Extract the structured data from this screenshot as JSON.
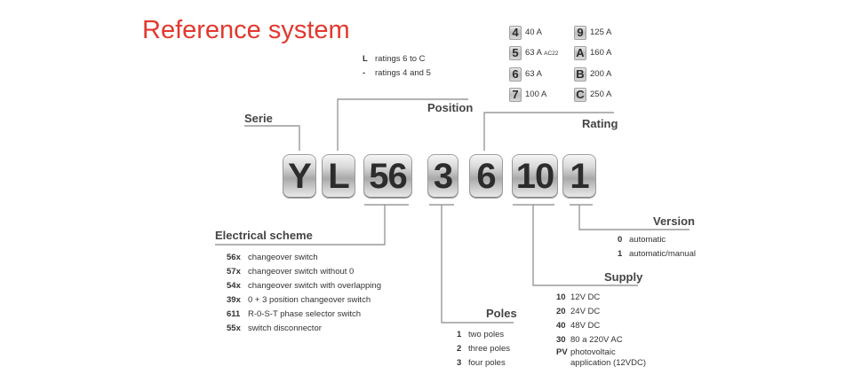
{
  "title": "Reference system",
  "code_blocks": [
    {
      "id": "serie",
      "text": "Y"
    },
    {
      "id": "position",
      "text": "L"
    },
    {
      "id": "scheme",
      "text": "56"
    },
    {
      "id": "poles",
      "text": "3"
    },
    {
      "id": "rating",
      "text": "6"
    },
    {
      "id": "supply",
      "text": "10"
    },
    {
      "id": "version",
      "text": "1"
    }
  ],
  "serie": {
    "label": "Serie"
  },
  "position": {
    "label": "Position",
    "items": [
      {
        "code": "L",
        "desc": "ratings 6 to C"
      },
      {
        "code": "-",
        "desc": "ratings 4 and 5"
      }
    ]
  },
  "rating": {
    "label": "Rating",
    "items": [
      {
        "code": "4",
        "value": "40 A",
        "sub": ""
      },
      {
        "code": "5",
        "value": "63 A",
        "sub": "AC22"
      },
      {
        "code": "6",
        "value": "63 A",
        "sub": ""
      },
      {
        "code": "7",
        "value": "100 A",
        "sub": ""
      },
      {
        "code": "9",
        "value": "125 A",
        "sub": ""
      },
      {
        "code": "A",
        "value": "160 A",
        "sub": ""
      },
      {
        "code": "B",
        "value": "200 A",
        "sub": ""
      },
      {
        "code": "C",
        "value": "250 A",
        "sub": ""
      }
    ]
  },
  "scheme": {
    "label": "Electrical scheme",
    "items": [
      {
        "code": "56x",
        "desc": "changeover switch"
      },
      {
        "code": "57x",
        "desc": "changeover switch without 0"
      },
      {
        "code": "54x",
        "desc": "changeover switch with overlapping"
      },
      {
        "code": "39x",
        "desc": "0 + 3 position changeover switch"
      },
      {
        "code": "611",
        "desc": "R-0-S-T phase selector switch"
      },
      {
        "code": "55x",
        "desc": "switch disconnector"
      }
    ]
  },
  "poles": {
    "label": "Poles",
    "items": [
      {
        "code": "1",
        "desc": "two poles"
      },
      {
        "code": "2",
        "desc": "three poles"
      },
      {
        "code": "3",
        "desc": "four poles"
      }
    ]
  },
  "supply": {
    "label": "Supply",
    "items": [
      {
        "code": "10",
        "desc": "12V DC"
      },
      {
        "code": "20",
        "desc": "24V DC"
      },
      {
        "code": "40",
        "desc": "48V DC"
      },
      {
        "code": "30",
        "desc": "80 a 220V AC"
      },
      {
        "code": "PV",
        "desc": "photovoltaic"
      },
      {
        "code": "",
        "desc": "application (12VDC)"
      }
    ]
  },
  "version": {
    "label": "Version",
    "items": [
      {
        "code": "0",
        "desc": "automatic"
      },
      {
        "code": "1",
        "desc": "automatic/manual"
      }
    ]
  }
}
